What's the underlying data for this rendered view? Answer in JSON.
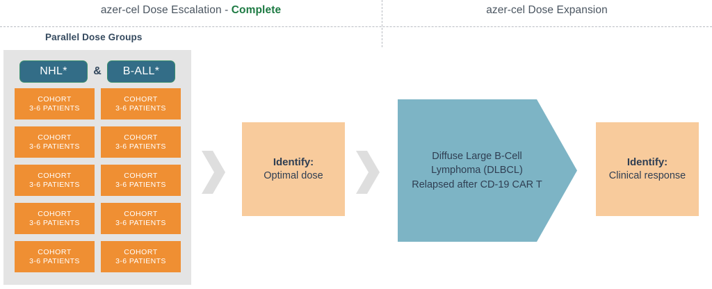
{
  "header": {
    "left_phase_prefix": "azer-cel  Dose Escalation - ",
    "left_phase_status": "Complete",
    "right_phase": "azer-cel Dose Expansion",
    "subheader": "Parallel Dose Groups"
  },
  "dose_escalation": {
    "badges": [
      {
        "label": "NHL*"
      },
      {
        "label": "B-ALL*"
      }
    ],
    "badge_separator": "&",
    "cohort_line1": "COHORT",
    "cohort_line2": "3-6 PATIENTS",
    "cohort_rows": [
      [
        {
          "line1": "COHORT",
          "line2": "3-6 PATIENTS"
        },
        {
          "line1": "COHORT",
          "line2": "3-6 PATIENTS"
        }
      ],
      [
        {
          "line1": "COHORT",
          "line2": "3-6 PATIENTS"
        },
        {
          "line1": "COHORT",
          "line2": "3-6 PATIENTS"
        }
      ],
      [
        {
          "line1": "COHORT",
          "line2": "3-6 PATIENTS"
        },
        {
          "line1": "COHORT",
          "line2": "3-6 PATIENTS"
        }
      ],
      [
        {
          "line1": "COHORT",
          "line2": "3-6 PATIENTS"
        },
        {
          "line1": "COHORT",
          "line2": "3-6 PATIENTS"
        }
      ],
      [
        {
          "line1": "COHORT",
          "line2": "3-6 PATIENTS"
        },
        {
          "line1": "COHORT",
          "line2": "3-6 PATIENTS"
        }
      ]
    ]
  },
  "outcome_optimal_dose": {
    "title": "Identify:",
    "detail": "Optimal dose"
  },
  "population": {
    "text": "Diffuse Large B-Cell\nLymphoma (DLBCL)\nRelapsed after CD-19 CAR T"
  },
  "outcome_clinical_response": {
    "title": "Identify:",
    "detail": "Clinical response"
  },
  "icons": {
    "chevron_right_1": "chevron-right-icon",
    "chevron_right_2": "chevron-right-icon"
  },
  "colors": {
    "cohort_orange": "#ef8f33",
    "peach": "#f8cb9c",
    "badge_teal": "#336d87",
    "badge_border_green": "#3b8f6e",
    "population_blue": "#7db4c5",
    "panel_gray": "#e4e4e4",
    "chevron_gray": "#dedede",
    "status_green": "#1d7a43",
    "text_navy": "#34495e"
  }
}
